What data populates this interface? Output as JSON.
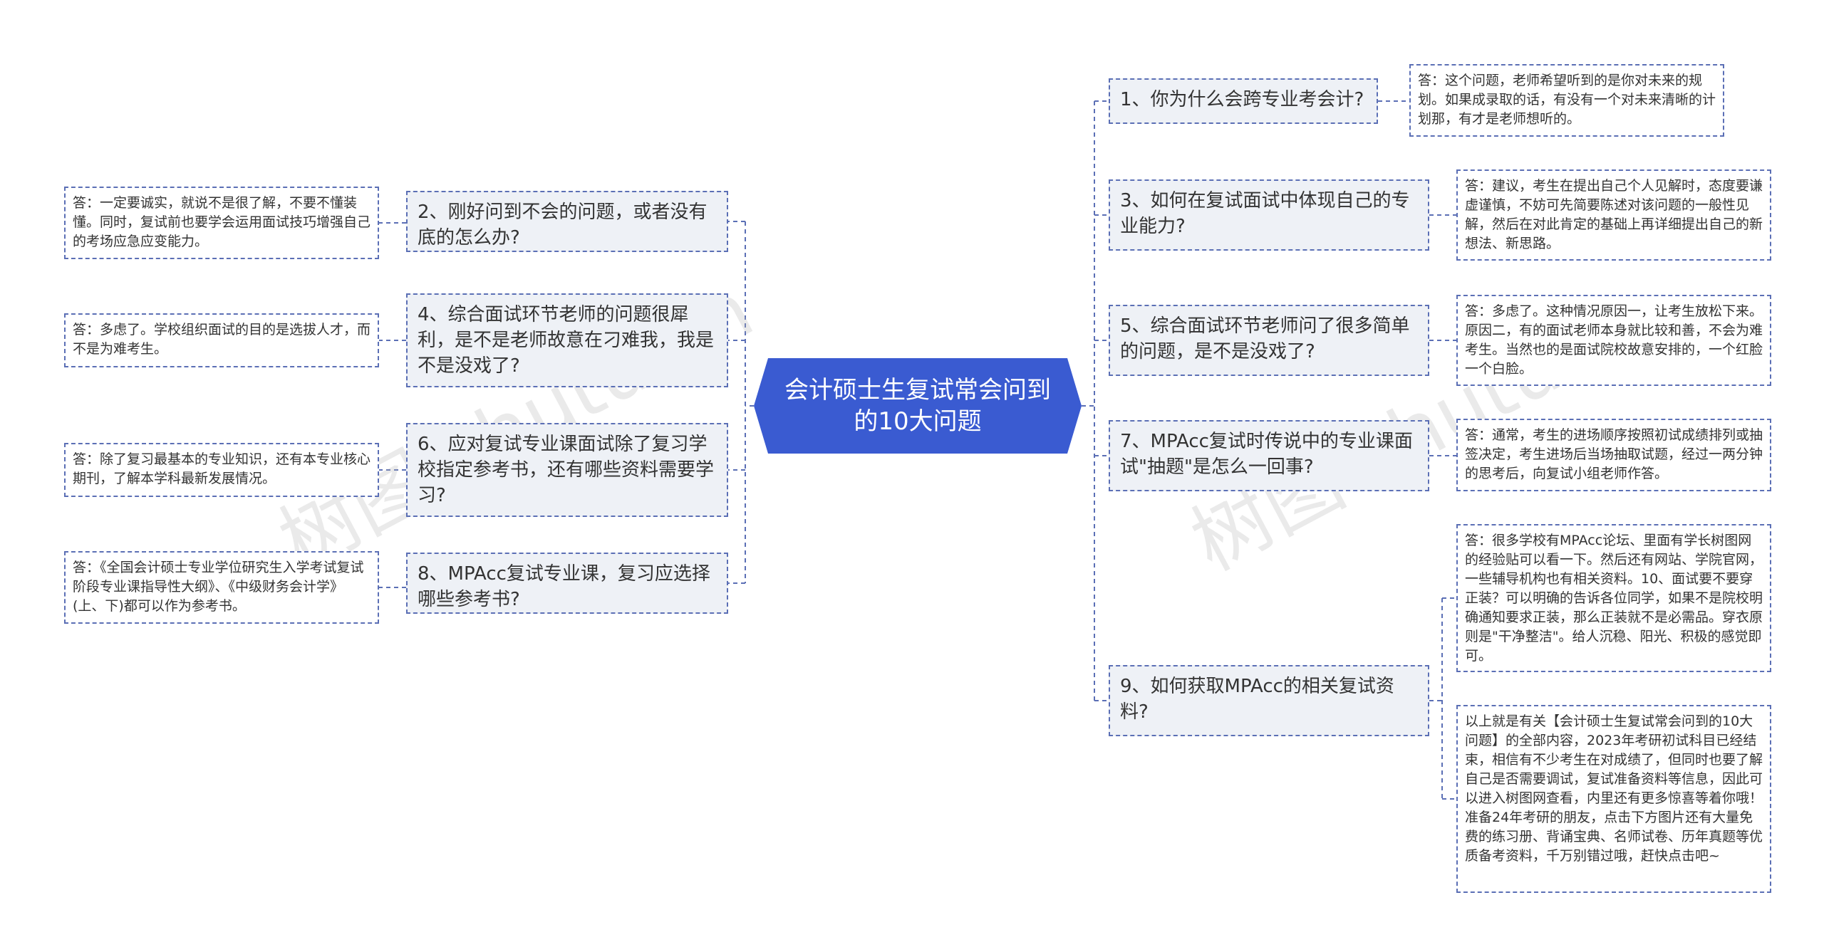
{
  "center": {
    "title": "会计硕士生复试常会问到的10大问题"
  },
  "questions": {
    "q1": "1、你为什么会跨专业考会计?",
    "q2": "2、刚好问到不会的问题，或者没有底的怎么办?",
    "q3": "3、如何在复试面试中体现自己的专业能力?",
    "q4": "4、综合面试环节老师的问题很犀利，是不是老师故意在刁难我，我是不是没戏了?",
    "q5": "5、综合面试环节老师问了很多简单的问题，是不是没戏了?",
    "q6": "6、应对复试专业课面试除了复习学校指定参考书，还有哪些资料需要学习?",
    "q7": "7、MPAcc复试时传说中的专业课面试\"抽题\"是怎么一回事?",
    "q8": "8、MPAcc复试专业课，复习应选择哪些参考书?",
    "q9": "9、如何获取MPAcc的相关复试资料?"
  },
  "answers": {
    "a1": "答：这个问题，老师希望听到的是你对未来的规划。如果成录取的话，有没有一个对未来清晰的计划那，有才是老师想听的。",
    "a2": "答：一定要诚实，就说不是很了解，不要不懂装懂。同时，复试前也要学会运用面试技巧增强自己的考场应急应变能力。",
    "a3": "答：建议，考生在提出自己个人见解时，态度要谦虚谨慎，不妨可先简要陈述对该问题的一般性见解，然后在对此肯定的基础上再详细提出自己的新想法、新思路。",
    "a4": "答：多虑了。学校组织面试的目的是选拔人才，而不是为难考生。",
    "a5": "答：多虑了。这种情况原因一，让考生放松下来。原因二，有的面试老师本身就比较和善，不会为难考生。当然也的是面试院校故意安排的，一个红脸一个白脸。",
    "a6": "答：除了复习最基本的专业知识，还有本专业核心期刊，了解本学科最新发展情况。",
    "a7": "答：通常，考生的进场顺序按照初试成绩排列或抽签决定，考生进场后当场抽取试题，经过一两分钟的思考后，向复试小组老师作答。",
    "a8": "答：《全国会计硕士专业学位研究生入学考试复试阶段专业课指导性大纲》、《中级财务会计学》(上、下)都可以作为参考书。",
    "a9": "答：很多学校有MPAcc论坛、里面有学长树图网的经验贴可以看一下。然后还有网站、学院官网，一些辅导机构也有相关资料。10、面试要不要穿正装？可以明确的告诉各位同学，如果不是院校明确通知要求正装，那么正装就不是必需品。穿衣原则是\"干净整洁\"。给人沉稳、阳光、积极的感觉即可。",
    "a10": "以上就是有关【会计硕士生复试常会问到的10大问题】的全部内容，2023年考研初试科目已经结束，相信有不少考生在对成绩了，但同时也要了解自己是否需要调试，复试准备资料等信息，因此可以进入树图网查看，内里还有更多惊喜等着你哦！准备24年考研的朋友，点击下方图片还有大量免费的练习册、背诵宝典、名师试卷、历年真题等优质备考资料，千万别错过哦，赶快点击吧~"
  },
  "watermarks": [
    "树图 shutu.cn",
    "树图 shutu.cn"
  ],
  "colors": {
    "center_fill": "#3a5bd1",
    "question_fill": "#eef1f6",
    "border": "#5b6fb5",
    "line": "#5b6fb5",
    "text": "#333333"
  }
}
